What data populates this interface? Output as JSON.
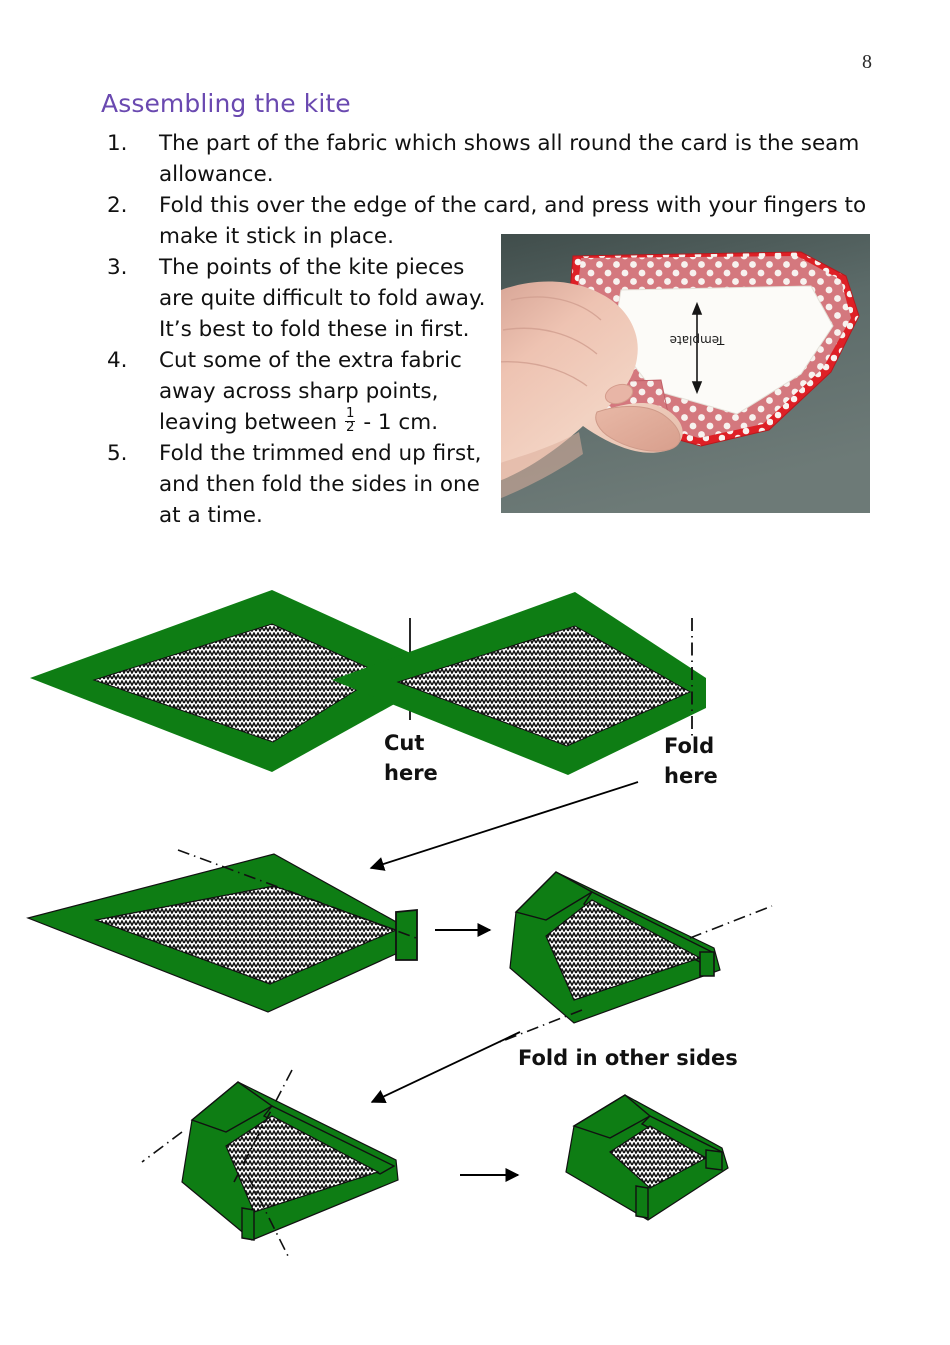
{
  "page": {
    "number": "8",
    "heading": "Assembling the kite"
  },
  "steps": [
    {
      "num": "1.",
      "text": "The part of the fabric which shows all round the card is the seam allowance."
    },
    {
      "num": "2.",
      "text": "Fold this over the edge of the card, and press with your fingers to make it stick in place."
    },
    {
      "num": "3.",
      "text": "The points of the kite pieces are quite difficult to fold away. It’s best to fold these in first."
    },
    {
      "num": "4a.",
      "text": "Cut some of the extra fabric away across sharp points, leaving between "
    },
    {
      "num": "4b.",
      "text": " - 1 cm."
    },
    {
      "num": "5.",
      "text": "Fold the trimmed end up first, and then fold the sides in one at a time."
    }
  ],
  "step_numbers": {
    "one": "1.",
    "two": "2.",
    "three": "3.",
    "four": "4.",
    "five": "5."
  },
  "fraction": {
    "numerator": "1",
    "denominator": "2"
  },
  "photo": {
    "caption_on_card": "Template",
    "background_color": "#5b6a68",
    "fabric_color": "#cf4a52",
    "fabric_bias_color": "#e01b24",
    "card_color": "#fdfdfb",
    "skin_color": "#e7bfae"
  },
  "diagram": {
    "labels": {
      "cut_here_line1": "Cut",
      "cut_here_line2": "here",
      "fold_here_line1": "Fold",
      "fold_here_line2": "here",
      "fold_other_sides": "Fold in other sides"
    },
    "green": "#0e7d14",
    "green_dark": "#0a6410",
    "outline": "#000000"
  }
}
